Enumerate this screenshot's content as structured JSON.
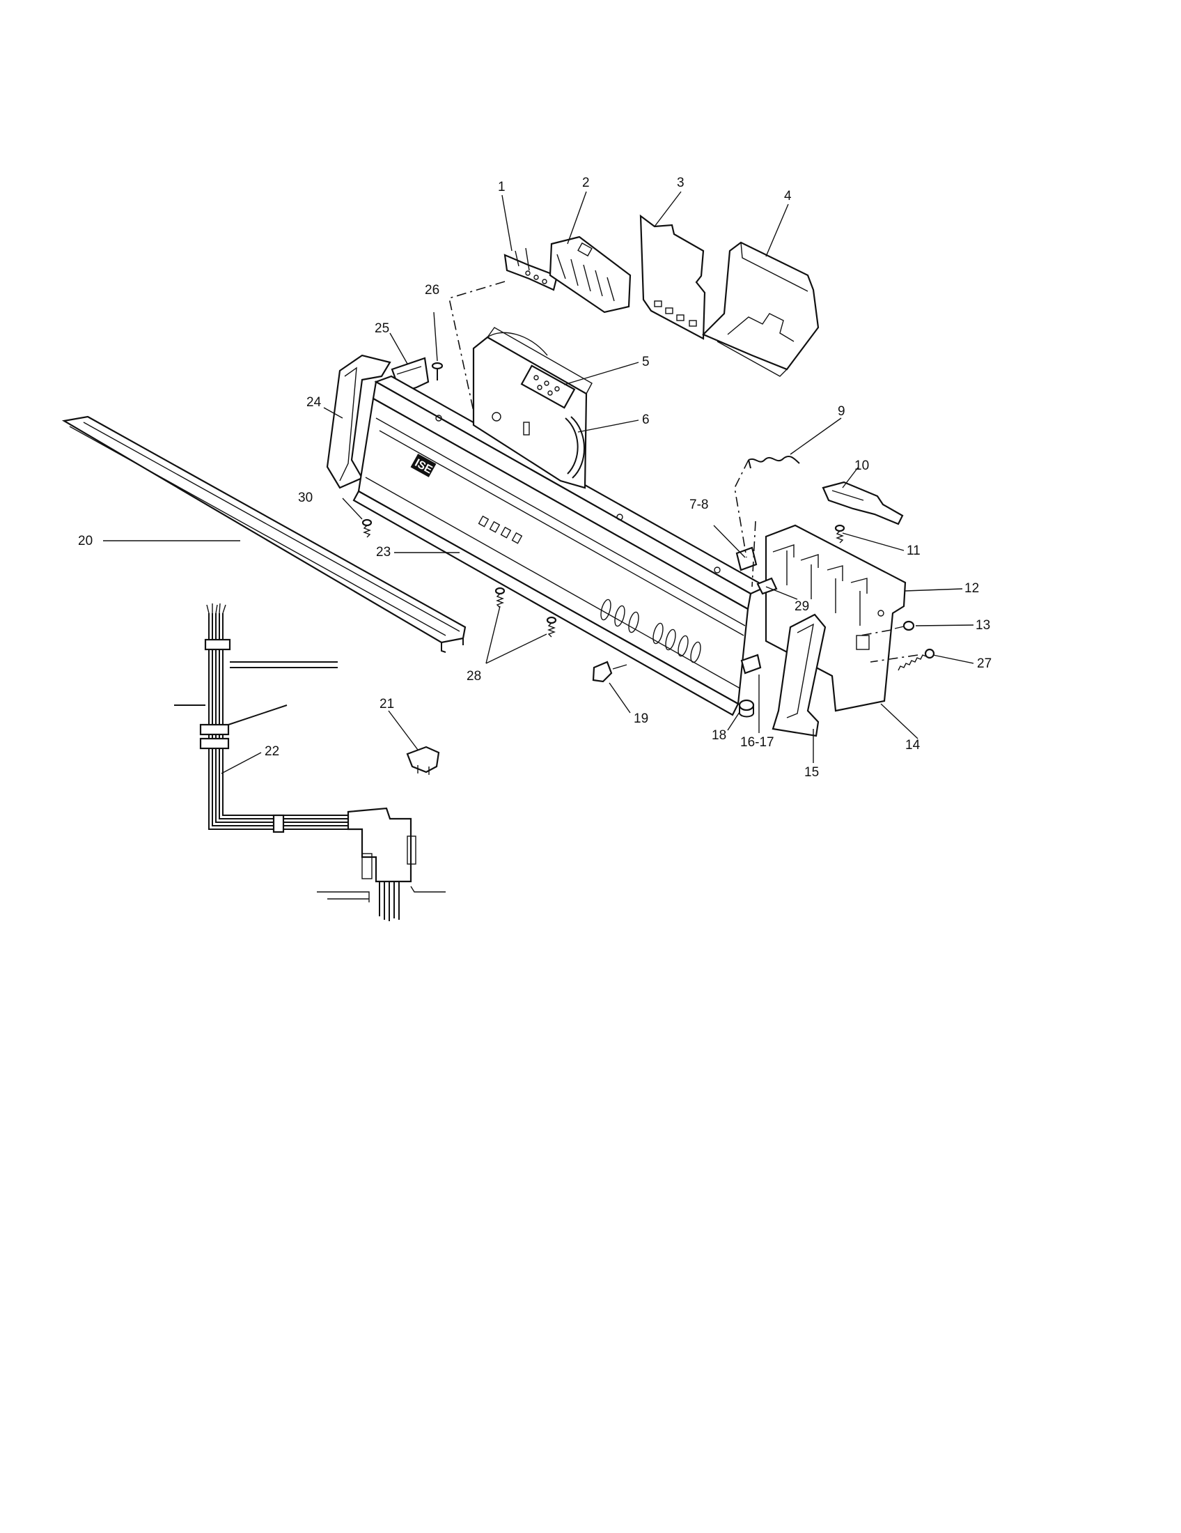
{
  "callouts": [
    {
      "id": "c1",
      "label": "1"
    },
    {
      "id": "c2",
      "label": "2"
    },
    {
      "id": "c3",
      "label": "3"
    },
    {
      "id": "c4",
      "label": "4"
    },
    {
      "id": "c5",
      "label": "5"
    },
    {
      "id": "c6",
      "label": "6"
    },
    {
      "id": "c7-8",
      "label": "7-8"
    },
    {
      "id": "c9",
      "label": "9"
    },
    {
      "id": "c10",
      "label": "10"
    },
    {
      "id": "c11",
      "label": "11"
    },
    {
      "id": "c12",
      "label": "12"
    },
    {
      "id": "c13",
      "label": "13"
    },
    {
      "id": "c14",
      "label": "14"
    },
    {
      "id": "c15",
      "label": "15"
    },
    {
      "id": "c16-17",
      "label": "16-17"
    },
    {
      "id": "c18",
      "label": "18"
    },
    {
      "id": "c19",
      "label": "19"
    },
    {
      "id": "c20",
      "label": "20"
    },
    {
      "id": "c21",
      "label": "21"
    },
    {
      "id": "c22",
      "label": "22"
    },
    {
      "id": "c23",
      "label": "23"
    },
    {
      "id": "c24",
      "label": "24"
    },
    {
      "id": "c25",
      "label": "25"
    },
    {
      "id": "c26",
      "label": "26"
    },
    {
      "id": "c27",
      "label": "27"
    },
    {
      "id": "c28",
      "label": "28"
    },
    {
      "id": "c29",
      "label": "29"
    },
    {
      "id": "c30",
      "label": "30"
    }
  ],
  "panel": {
    "brand_logo": "ISE"
  }
}
